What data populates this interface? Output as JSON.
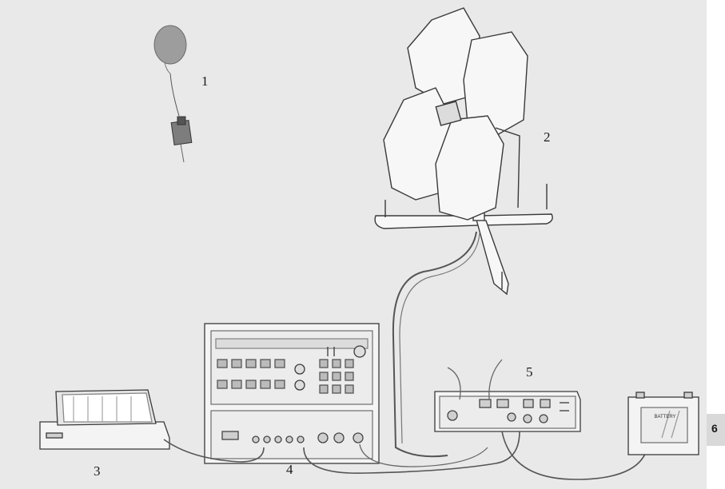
{
  "labels": {
    "balloon": "1",
    "antenna": "2",
    "printer": "3",
    "receiver": "4",
    "power_supply": "5",
    "battery": "6"
  },
  "battery_label": "BATTERY",
  "colors": {
    "background": "#e9e9e9",
    "line": "#3a3a3a",
    "panel_fill": "#f4f4f4",
    "balloon_fill": "#9a9a9a"
  }
}
